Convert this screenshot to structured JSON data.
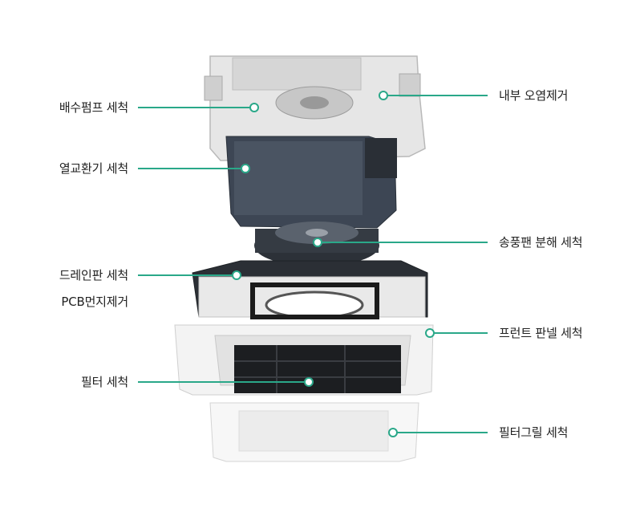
{
  "labels": {
    "drain_pump": "배수펌프 세척",
    "heat_exchanger": "열교환기 세척",
    "drain_pan": "드레인판 세척",
    "pcb_dust": "PCB먼지제거",
    "filter": "필터 세척",
    "internal_contamination": "내부 오염제거",
    "blower_fan": "송풍팬 분해 세척",
    "front_panel": "프런트 판넬 세척",
    "filter_grille": "필터그릴 세척"
  },
  "colors": {
    "leader_line": "#2aa889",
    "text": "#222222"
  }
}
